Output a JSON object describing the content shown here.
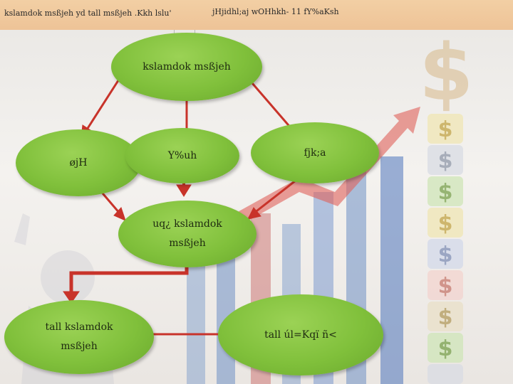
{
  "header": {
    "left_text": "kslamdok msßjeh yd tall msßjeh .Kkh lslu'",
    "right_text": "jHjidhl;aj wOHhkh- 11 fY%aKsh"
  },
  "nodes": {
    "top": "kslamdok msßjeh",
    "left": "øjH",
    "center": "Y%uh",
    "right": "fjk;a",
    "middle_line1": "uq¿ kslamdok",
    "middle_line2": "msßjeh",
    "bottom_left_line1": "tall kslamdok",
    "bottom_left_line2": "msßjeh",
    "bottom_right": "tall úl=Kqï ñ<"
  },
  "colors": {
    "node_green": "#80c03b",
    "arrow_red": "#c8332a",
    "header_bg": "#f0c89b"
  },
  "icons": [
    "dollar-sign-icon",
    "bar-chart-icon",
    "growth-arrow-icon",
    "figure-icon"
  ]
}
